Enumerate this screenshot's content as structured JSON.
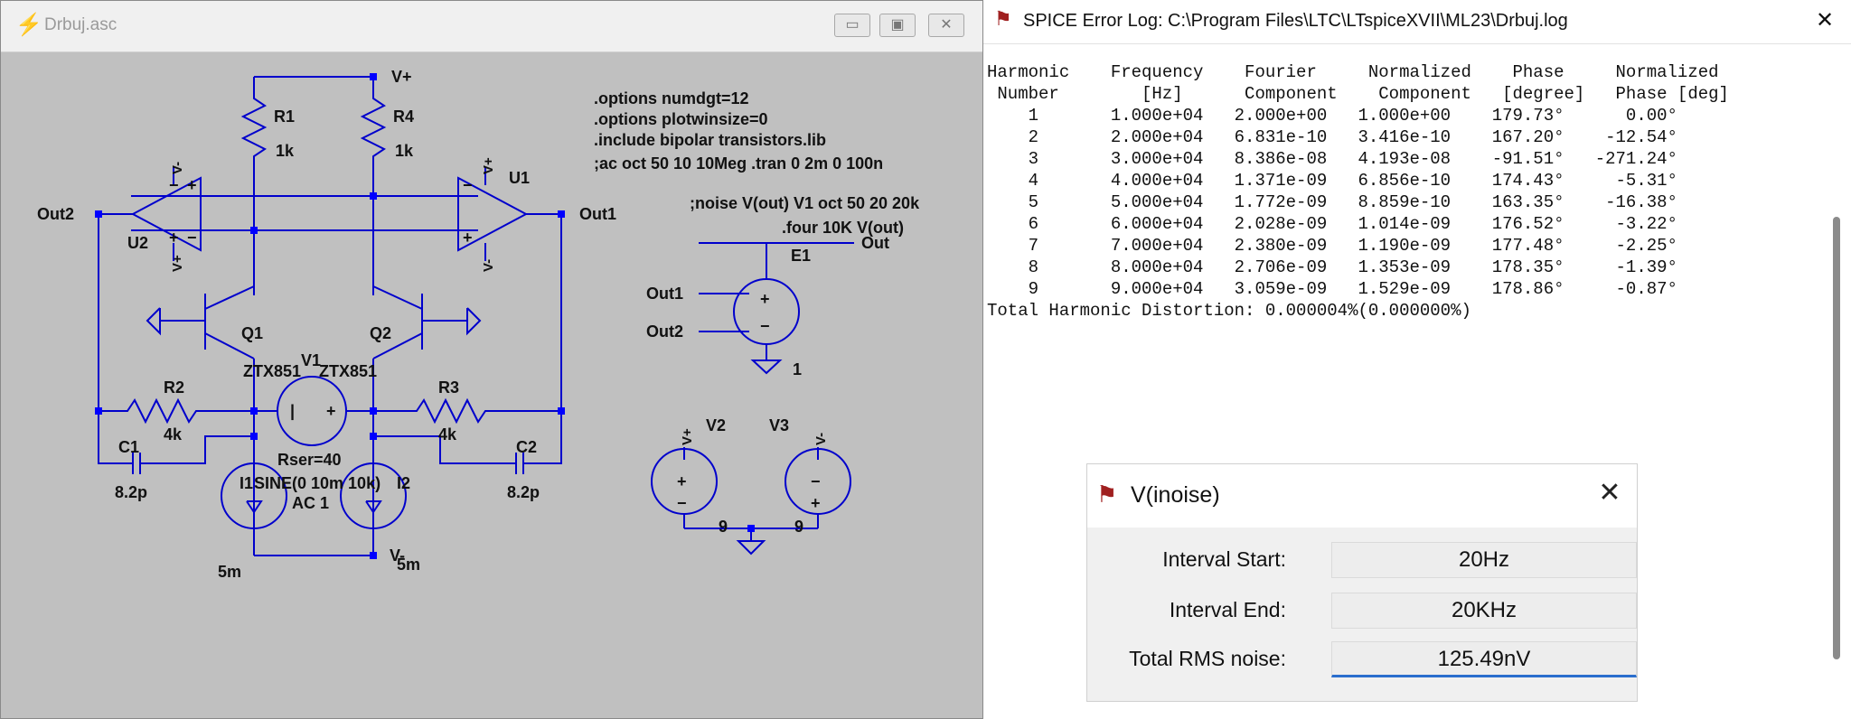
{
  "schematic": {
    "title": "Drbuj.asc",
    "buttons": {
      "minimize": "▭",
      "maximize": "▣",
      "close": "✕"
    },
    "directives": [
      ".options numdgt=12",
      ".options plotwinsize=0",
      ".include bipolar transistors.lib",
      ";ac oct 50 10 10Meg   .tran 0 2m 0 100n",
      ";noise V(out) V1 oct 50 20 20k",
      ".four 10K V(out)"
    ],
    "labels": {
      "vplus": "V+",
      "vminus": "V-",
      "out1": "Out1",
      "out2": "Out2",
      "out": "Out",
      "r1": "R1",
      "r1v": "1k",
      "r4": "R4",
      "r4v": "1k",
      "r2": "R2",
      "r2v": "4k",
      "r3": "R3",
      "r3v": "4k",
      "u1": "U1",
      "u2": "U2",
      "q1": "Q1",
      "q2": "Q2",
      "ztx1": "ZTX851",
      "ztx2": "ZTX851",
      "v1": "V1",
      "rser": "Rser=40",
      "sine": "SINE(0 10m 10k)",
      "ac": "AC 1",
      "i1": "I1",
      "i2": "I2",
      "i1v": "5m",
      "i2v": "5m",
      "c1": "C1",
      "c1v": "8.2p",
      "c2": "C2",
      "c2v": "8.2p",
      "e1": "E1",
      "e1v": "1",
      "v2": "V2",
      "v2v": "9",
      "v3": "V3",
      "v3v": "9"
    }
  },
  "error_log": {
    "title": "SPICE Error Log: C:\\Program Files\\LTC\\LTspiceXVII\\ML23\\Drbuj.log",
    "close": "✕",
    "text": "Harmonic    Frequency    Fourier     Normalized    Phase     Normalized\n Number        [Hz]      Component    Component   [degree]   Phase [deg]\n    1       1.000e+04   2.000e+00   1.000e+00    179.73°      0.00°\n    2       2.000e+04   6.831e-10   3.416e-10    167.20°    -12.54°\n    3       3.000e+04   8.386e-08   4.193e-08    -91.51°   -271.24°\n    4       4.000e+04   1.371e-09   6.856e-10    174.43°     -5.31°\n    5       5.000e+04   1.772e-09   8.859e-10    163.35°    -16.38°\n    6       6.000e+04   2.028e-09   1.014e-09    176.52°     -3.22°\n    7       7.000e+04   2.380e-09   1.190e-09    177.48°     -2.25°\n    8       8.000e+04   2.706e-09   1.353e-09    178.35°     -1.39°\n    9       9.000e+04   3.059e-09   1.529e-09    178.86°     -0.87°\nTotal Harmonic Distortion: 0.000004%(0.000000%)"
  },
  "noise_dialog": {
    "title": "V(inoise)",
    "close": "✕",
    "interval_start_label": "Interval Start:",
    "interval_start_value": "20Hz",
    "interval_end_label": "Interval End:",
    "interval_end_value": "20KHz",
    "total_rms_label": "Total RMS noise:",
    "total_rms_value": "125.49nV"
  },
  "colors": {
    "wire": "#0000cc",
    "node": "#0000ff",
    "background": "#c0c0c0",
    "accent": "#2a6ecd"
  }
}
